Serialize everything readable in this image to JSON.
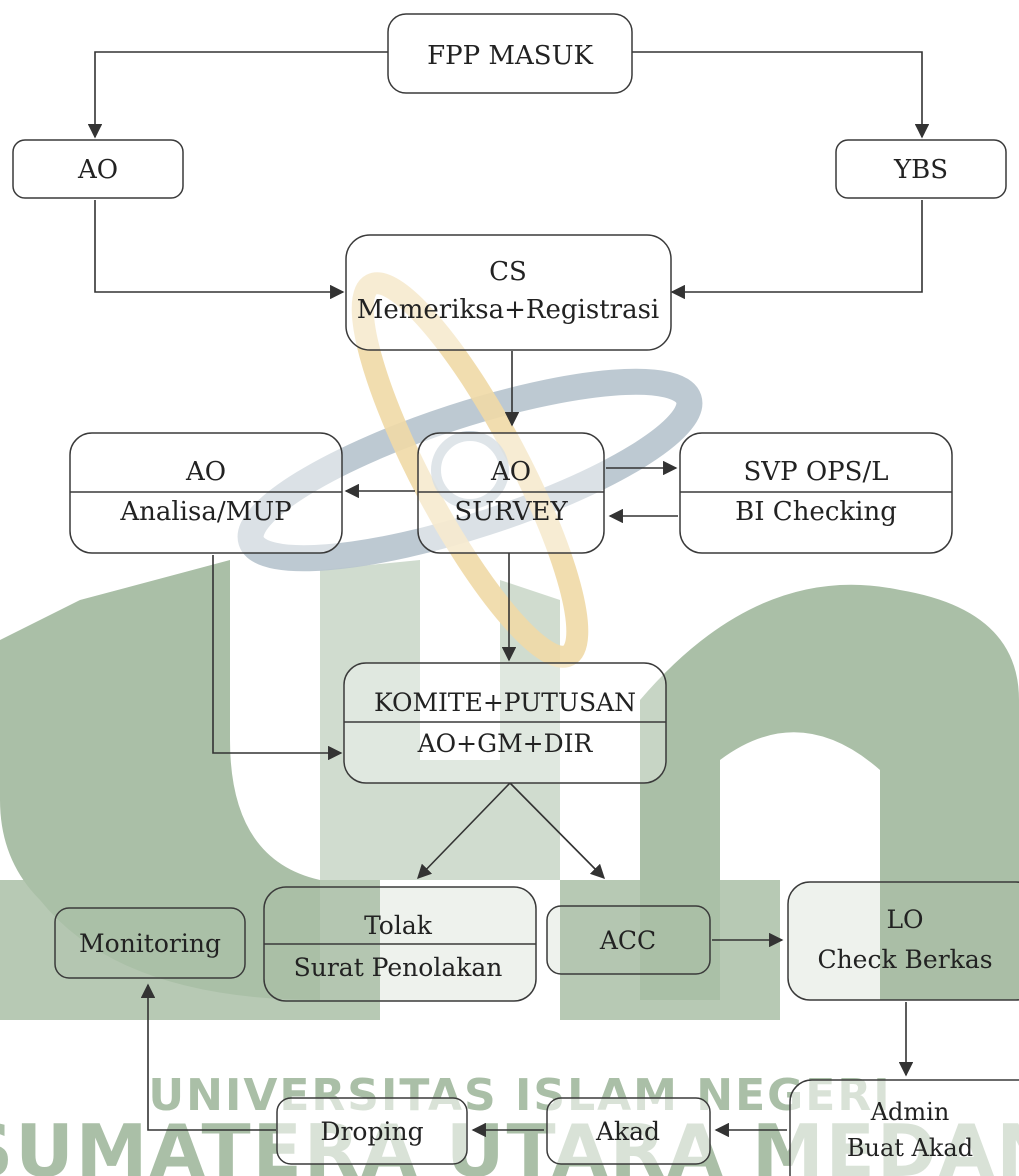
{
  "colors": {
    "watermark_green": "#aabfa7",
    "watermark_green_dark": "#9db39a",
    "watermark_gold": "#efd9a6",
    "watermark_blue": "#b6c3cd",
    "box_stroke": "#3a3a3a",
    "text": "#222222"
  },
  "watermark": {
    "line1": "UNIVERSITAS ISLAM NEGERI",
    "line2": "SUMATERA UTARA MEDAN"
  },
  "nodes": {
    "fpp_masuk": {
      "label": "FPP MASUK"
    },
    "ao_left": {
      "label": "AO"
    },
    "ybs": {
      "label": "YBS"
    },
    "cs": {
      "line1": "CS",
      "line2": "Memeriksa+Registrasi"
    },
    "ao_analisa": {
      "top": "AO",
      "bottom": "Analisa/MUP"
    },
    "ao_survey": {
      "top": "AO",
      "bottom": "SURVEY"
    },
    "svp_ops": {
      "top": "SVP OPS/L",
      "bottom": "BI Checking"
    },
    "komite": {
      "top": "KOMITE+PUTUSAN",
      "bottom": "AO+GM+DIR"
    },
    "monitoring": {
      "label": "Monitoring"
    },
    "tolak": {
      "top": "Tolak",
      "bottom": "Surat Penolakan"
    },
    "acc": {
      "label": "ACC"
    },
    "lo": {
      "line1": "LO",
      "line2": "Check Berkas"
    },
    "admin": {
      "line1": "Admin",
      "line2": "Buat Akad"
    },
    "akad": {
      "label": "Akad"
    },
    "droping": {
      "label": "Droping"
    }
  }
}
